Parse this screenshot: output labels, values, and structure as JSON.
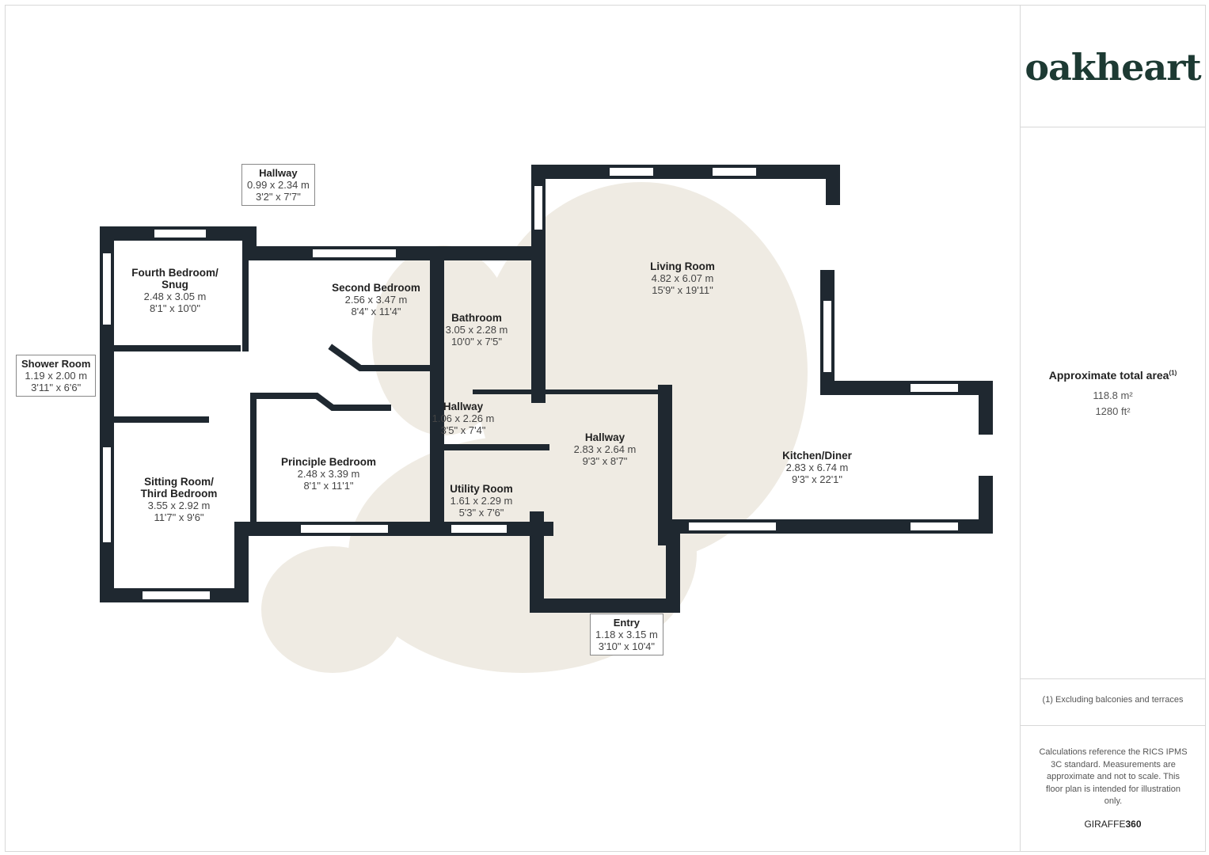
{
  "brand": {
    "logo": "oakheart",
    "footer_brand_a": "GIRAFFE",
    "footer_brand_b": "360"
  },
  "summary": {
    "title": "Approximate total area",
    "title_note": "(1)",
    "area_m2": "118.8 m²",
    "area_ft2": "1280 ft²",
    "footnote": "(1) Excluding balconies and terraces",
    "disclaimer": "Calculations reference the RICS IPMS 3C standard. Measurements are approximate and not to scale. This floor plan is intended for illustration only."
  },
  "colors": {
    "wall": "#1f2830",
    "watermark": "#efebe3",
    "logo": "#1d3a33"
  },
  "rooms": [
    {
      "name": "Fourth Bedroom/ Snug",
      "metric": "2.48 x 3.05 m",
      "imperial": "8'1\" x 10'0\""
    },
    {
      "name": "Second Bedroom",
      "metric": "2.56 x 3.47 m",
      "imperial": "8'4\" x 11'4\""
    },
    {
      "name": "Bathroom",
      "metric": "3.05 x 2.28 m",
      "imperial": "10'0\" x 7'5\""
    },
    {
      "name": "Living Room",
      "metric": "4.82 x 6.07 m",
      "imperial": "15'9\" x 19'11\""
    },
    {
      "name": "Hallway",
      "metric": "1.06 x 2.26 m",
      "imperial": "3'5\" x 7'4\""
    },
    {
      "name": "Hallway",
      "metric": "2.83 x 2.64 m",
      "imperial": "9'3\" x 8'7\""
    },
    {
      "name": "Kitchen/Diner",
      "metric": "2.83 x 6.74 m",
      "imperial": "9'3\" x 22'1\""
    },
    {
      "name": "Principle Bedroom",
      "metric": "2.48 x 3.39 m",
      "imperial": "8'1\" x 11'1\""
    },
    {
      "name": "Utility Room",
      "metric": "1.61 x 2.29 m",
      "imperial": "5'3\" x 7'6\""
    },
    {
      "name": "Sitting Room/ Third Bedroom",
      "metric": "3.55 x 2.92 m",
      "imperial": "11'7\" x 9'6\""
    }
  ],
  "callouts": [
    {
      "name": "Hallway",
      "metric": "0.99 x 2.34 m",
      "imperial": "3'2\" x 7'7\""
    },
    {
      "name": "Shower Room",
      "metric": "1.19 x 2.00 m",
      "imperial": "3'11\" x 6'6\""
    },
    {
      "name": "Entry",
      "metric": "1.18 x 3.15 m",
      "imperial": "3'10\" x 10'4\""
    }
  ]
}
